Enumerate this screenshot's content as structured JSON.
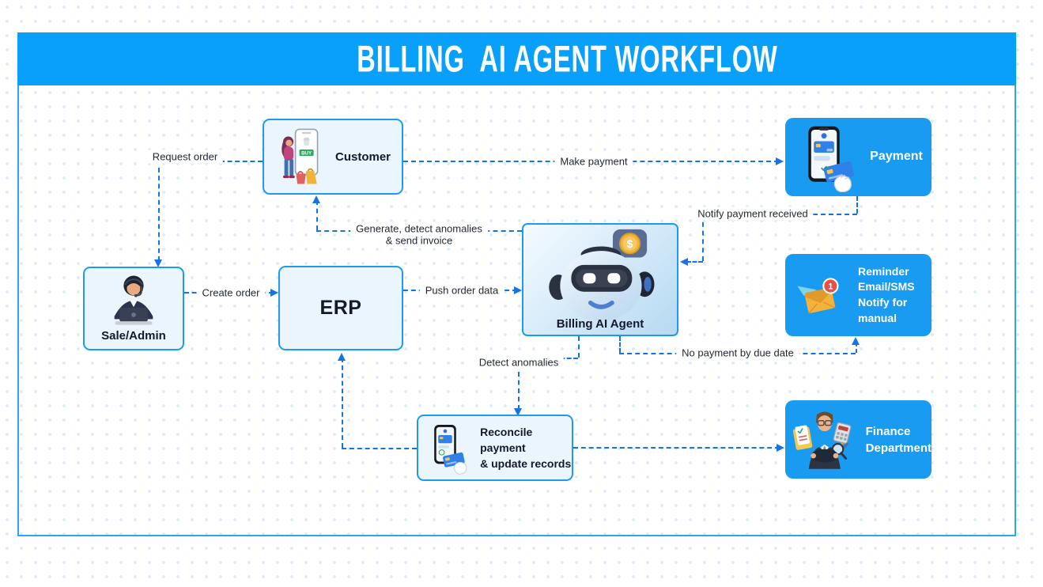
{
  "header": {
    "title": "BILLING  AI AGENT WORKFLOW"
  },
  "colors": {
    "header_blue": "#09a0fb",
    "solid_box_blue": "#189bf0",
    "light_box_fill": "#eaf5fd",
    "box_border_blue": "#1c9bf1",
    "arrow_blue": "#1673e6",
    "label_text": "#232836",
    "dot_grid": "#d9eafb"
  },
  "nodes": {
    "customer": {
      "label": "Customer"
    },
    "payment": {
      "label": "Payment"
    },
    "sale_admin": {
      "label": "Sale/Admin"
    },
    "erp": {
      "label": "ERP"
    },
    "billing_agent": {
      "label": "Billing AI Agent"
    },
    "reminder": {
      "lines": [
        "Reminder",
        "Email/SMS",
        "Notify for",
        "manual"
      ]
    },
    "reconcile": {
      "lines": [
        "Reconcile payment",
        "& update records"
      ]
    },
    "finance": {
      "lines": [
        "Finance",
        "Department"
      ]
    }
  },
  "edges": {
    "request_order": {
      "label": "Request order"
    },
    "make_payment": {
      "label": "Make payment"
    },
    "notify_payment_received": {
      "label": "Notify payment received"
    },
    "generate_invoice": {
      "lines": [
        "Generate, detect anomalies",
        "& send invoice"
      ]
    },
    "create_order": {
      "label": "Create order"
    },
    "push_order_data": {
      "label": "Push order data"
    },
    "no_payment_by_due_date": {
      "label": "No payment by due date"
    },
    "detect_anomalies": {
      "label": "Detect anomalies"
    }
  },
  "badges": {
    "reminder_count": "1",
    "buy_button": "BUY",
    "coin_symbol": "$"
  }
}
